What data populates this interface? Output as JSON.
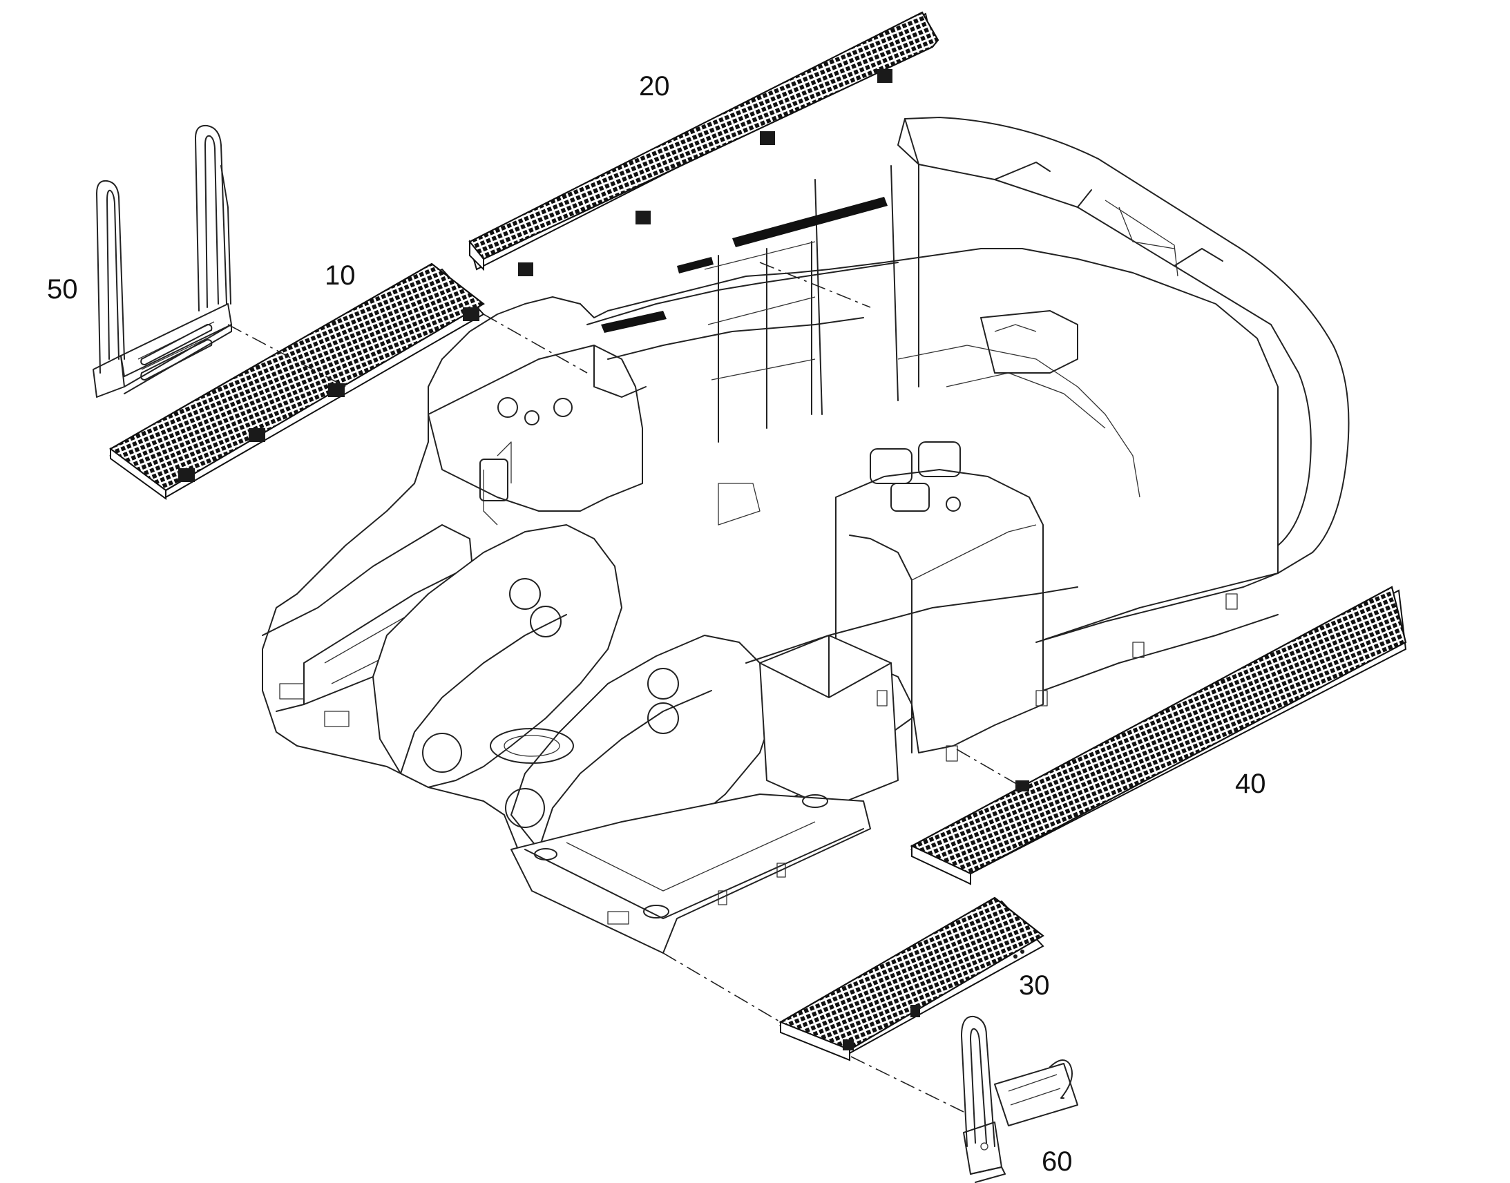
{
  "diagram": {
    "callouts": [
      {
        "id": "step-10",
        "label": "10"
      },
      {
        "id": "step-20",
        "label": "20"
      },
      {
        "id": "step-30",
        "label": "30"
      },
      {
        "id": "step-40",
        "label": "40"
      },
      {
        "id": "handrail-50",
        "label": "50"
      },
      {
        "id": "handrail-60",
        "label": "60"
      }
    ]
  }
}
